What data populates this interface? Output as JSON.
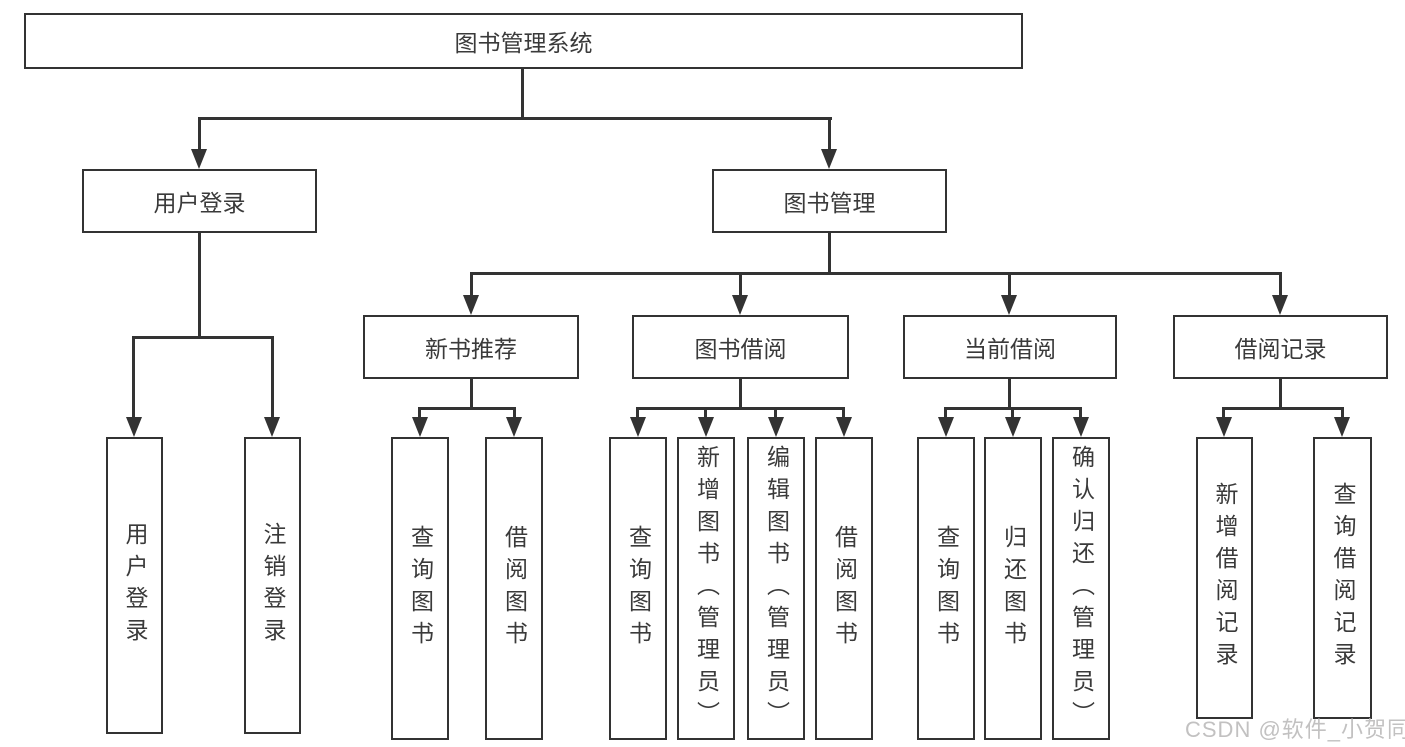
{
  "diagram": {
    "title_node": "图书管理系统",
    "root": {
      "label": "图书管理系统"
    },
    "branches": [
      {
        "label": "用户登录",
        "children": [
          {
            "label": "用户登录"
          },
          {
            "label": "注销登录"
          }
        ]
      },
      {
        "label": "图书管理",
        "children": [
          {
            "label": "新书推荐",
            "children": [
              {
                "label": "查询图书"
              },
              {
                "label": "借阅图书"
              }
            ]
          },
          {
            "label": "图书借阅",
            "children": [
              {
                "label": "查询图书"
              },
              {
                "label": "新增图书（管理员）"
              },
              {
                "label": "编辑图书（管理员）"
              },
              {
                "label": "借阅图书"
              }
            ]
          },
          {
            "label": "当前借阅",
            "children": [
              {
                "label": "查询图书"
              },
              {
                "label": "归还图书"
              },
              {
                "label": "确认归还（管理员）"
              }
            ]
          },
          {
            "label": "借阅记录",
            "children": [
              {
                "label": "新增借阅记录"
              },
              {
                "label": "查询借阅记录"
              }
            ]
          }
        ]
      }
    ]
  },
  "watermark": {
    "text": "CSDN @软件_小贺同学"
  },
  "colors": {
    "line": "#333333",
    "text": "#3a3a3a",
    "background": "#ffffff",
    "watermark": "#c2c1c1"
  }
}
